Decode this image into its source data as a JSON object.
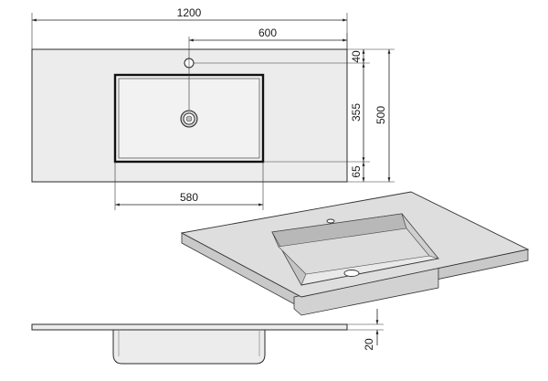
{
  "dimensions": {
    "overall_width": "1200",
    "tap_offset": "600",
    "bowl_width": "580",
    "tap_to_edge": "40",
    "bowl_depth": "355",
    "overall_depth": "500",
    "bowl_to_front": "65",
    "slab_thickness": "20"
  },
  "colors": {
    "line": "#222222",
    "surface": "#ececec",
    "iso_top": "#dedede",
    "iso_front": "#c9c9c9",
    "bowl_shade": "#b8b8b8"
  }
}
